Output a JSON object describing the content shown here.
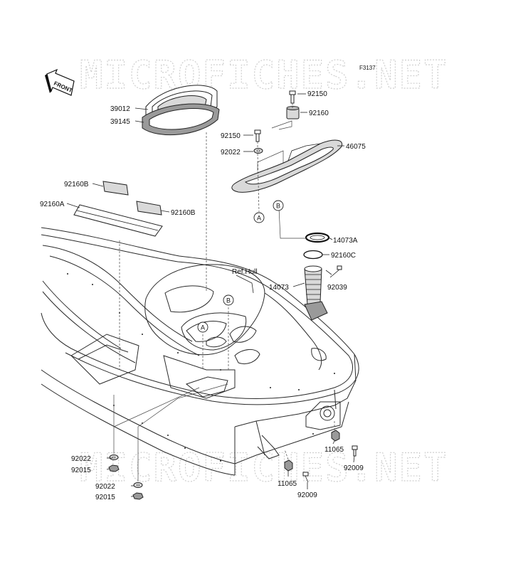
{
  "figure": {
    "code": "F3137"
  },
  "watermark": {
    "text": "MICROFICHES.NET"
  },
  "direction": {
    "text": "FRONT"
  },
  "reference": {
    "hull": "Ref.Hull"
  },
  "callouts": [
    {
      "id": "A",
      "position": "top"
    },
    {
      "id": "B",
      "position": "top"
    },
    {
      "id": "A",
      "position": "hull"
    },
    {
      "id": "B",
      "position": "hull"
    }
  ],
  "parts": [
    {
      "number": "39012",
      "side": "left"
    },
    {
      "number": "39145",
      "side": "left"
    },
    {
      "number": "92150",
      "side": "right"
    },
    {
      "number": "92160",
      "side": "right"
    },
    {
      "number": "92150",
      "side": "left"
    },
    {
      "number": "92022",
      "side": "left"
    },
    {
      "number": "46075",
      "side": "right"
    },
    {
      "number": "92160B",
      "side": "left"
    },
    {
      "number": "92160A",
      "side": "left"
    },
    {
      "number": "92160B",
      "side": "right"
    },
    {
      "number": "14073A",
      "side": "right"
    },
    {
      "number": "92160C",
      "side": "right"
    },
    {
      "number": "14073",
      "side": "left"
    },
    {
      "number": "92039",
      "side": "below"
    },
    {
      "number": "92022",
      "side": "left"
    },
    {
      "number": "92015",
      "side": "left"
    },
    {
      "number": "92022",
      "side": "left"
    },
    {
      "number": "92015",
      "side": "left"
    },
    {
      "number": "11065",
      "side": "below"
    },
    {
      "number": "92009",
      "side": "below"
    },
    {
      "number": "11065",
      "side": "below"
    },
    {
      "number": "92009",
      "side": "below"
    }
  ]
}
